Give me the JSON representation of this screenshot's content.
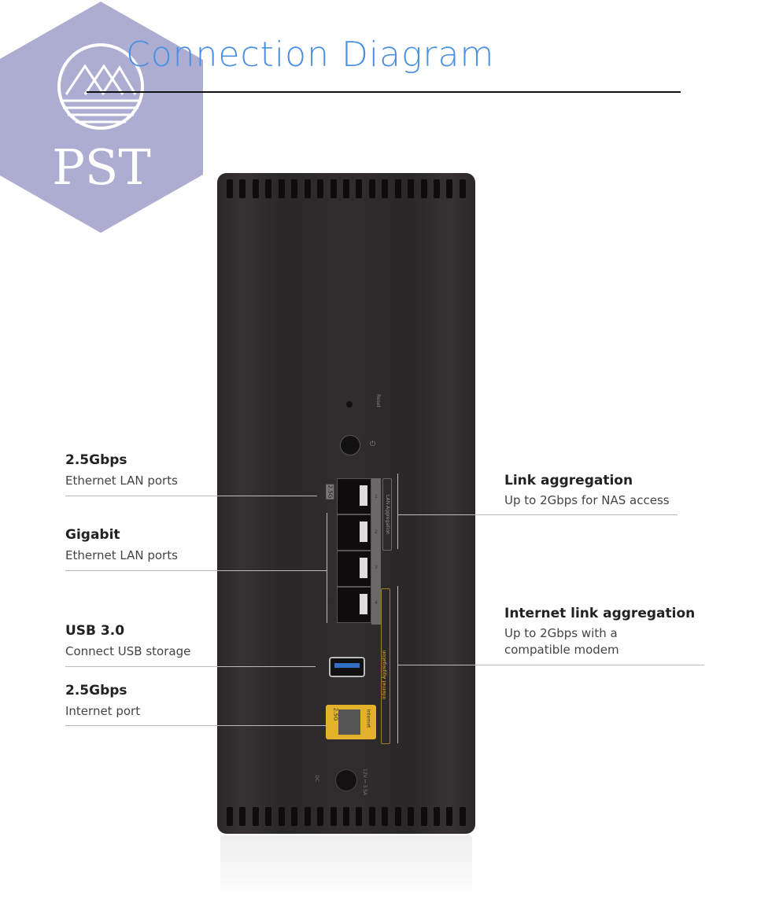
{
  "title": "Connection Diagram",
  "logo": {
    "text": "PST",
    "color": "#a9a9cf"
  },
  "left_labels": [
    {
      "heading": "2.5Gbps",
      "sub": "Ethernet LAN ports"
    },
    {
      "heading": "Gigabit",
      "sub": "Ethernet LAN ports"
    },
    {
      "heading": "USB 3.0",
      "sub": "Connect USB storage"
    },
    {
      "heading": "2.5Gbps",
      "sub": "Internet port"
    }
  ],
  "right_labels": [
    {
      "heading": "Link aggregation",
      "sub": "Up to 2Gbps for NAS access"
    },
    {
      "heading": "Internet link aggregation",
      "sub": "Up to 2Gbps with a",
      "sub2": "compatible modem"
    }
  ],
  "device": {
    "reset_label": "Reset",
    "lan_speed_tag": "2.5G",
    "lan_agg_label": "LAN Aggregation",
    "port_numbers": [
      "1",
      "2",
      "3",
      "4"
    ],
    "internet_agg_label": "Internet Aggregation",
    "internet_speed_tag": "2.5G",
    "internet_label": "Internet",
    "dc_label": "DC",
    "power_rating": "12V ⎓ 3.5A",
    "accent_color": "#e3b22a",
    "usb_color": "#2f6fc4"
  }
}
